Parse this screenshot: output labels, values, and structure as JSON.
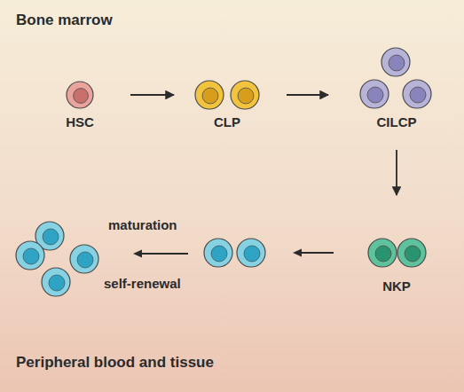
{
  "diagram": {
    "nodes": [
      {
        "text": [
          "HSC"
        ]
      },
      {
        "text": [
          "CLP"
        ]
      },
      {
        "text": [
          "CILCP"
        ]
      },
      {
        "text": [
          "NKP"
        ]
      }
    ],
    "edges": [
      {
        "from": 0,
        "to": 1,
        "arrow": "to"
      },
      {
        "from": 1,
        "to": 2,
        "arrow": "to"
      },
      {
        "from": 2,
        "to": 3,
        "arrow": "to"
      }
    ],
    "labels": [
      "Bone marrow",
      "maturation",
      "self-renewal",
      "Peripheral blood and tissue"
    ]
  }
}
